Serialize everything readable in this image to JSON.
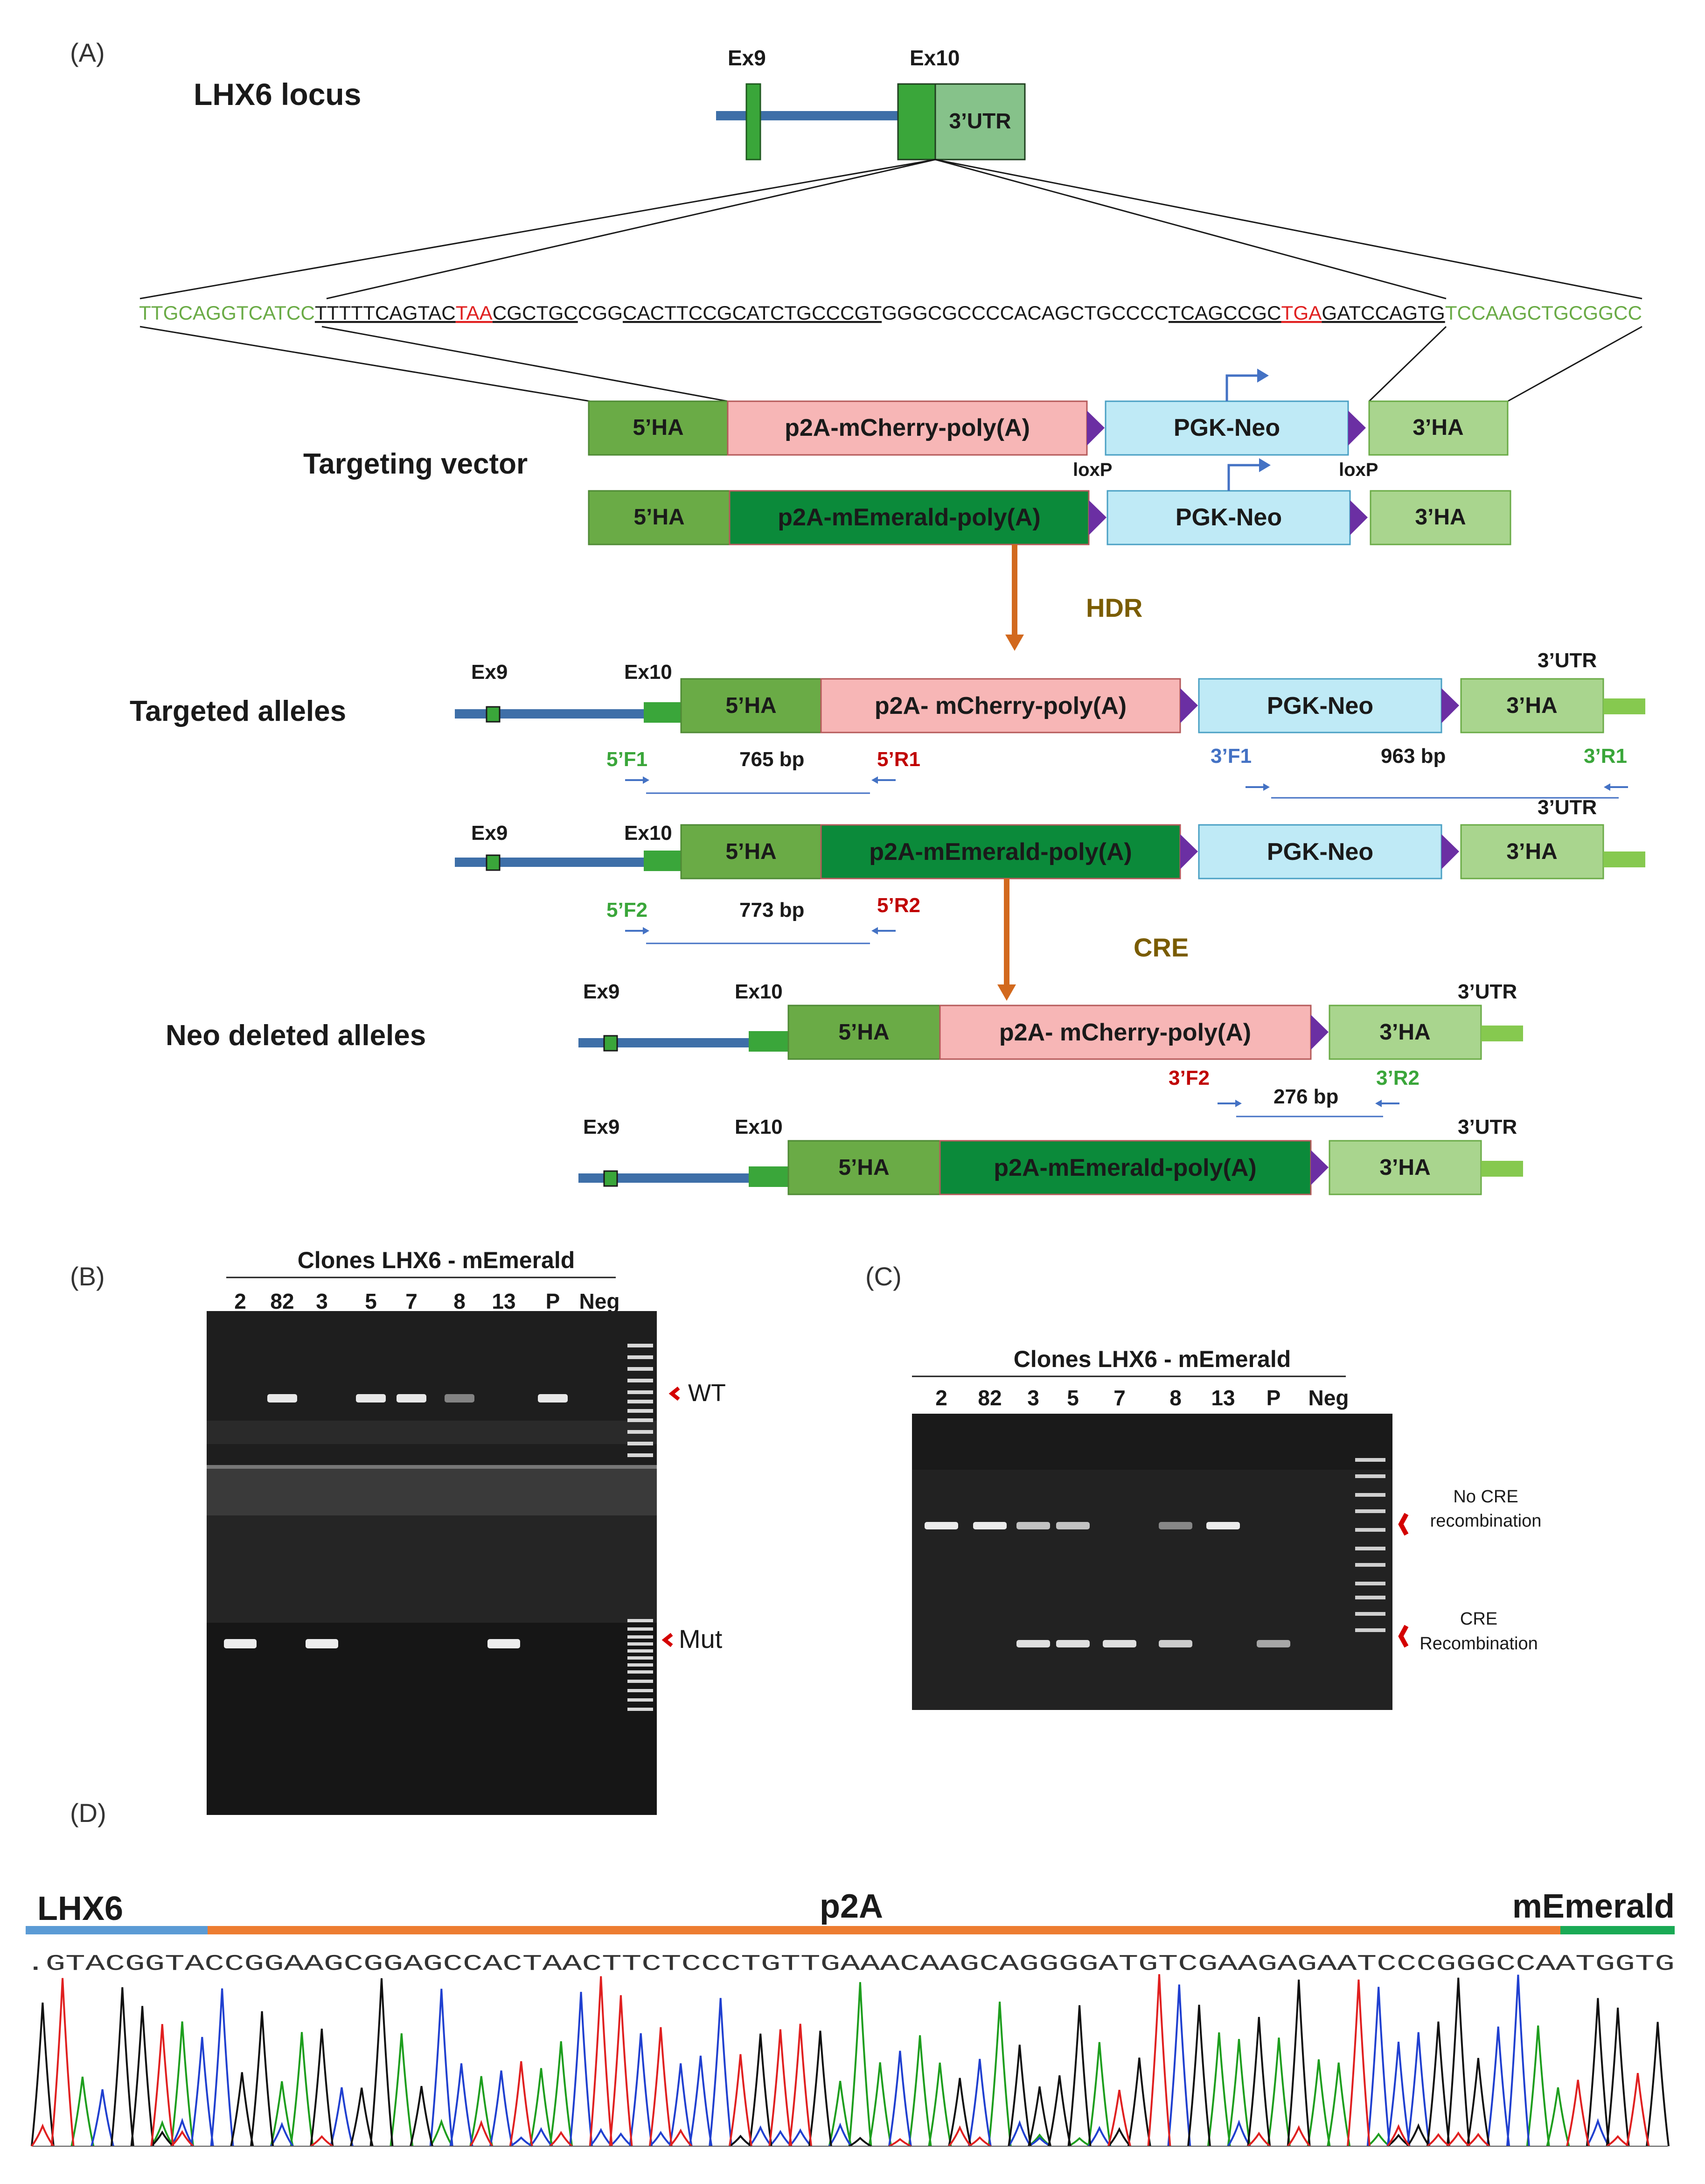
{
  "panels": {
    "A": "(A)",
    "B": "(B)",
    "C": "(C)",
    "D": "(D)"
  },
  "locus": {
    "title": "LHX6 locus",
    "ex9": "Ex9",
    "ex10": "Ex10",
    "utr": "3’UTR"
  },
  "sequence": {
    "seg_green_left": "TTGCAGGTCATCC",
    "seg1": "TTTTTCAGTAC",
    "stop1": "TAA",
    "seg2": "CGCTGC",
    "seg3": "CGG",
    "seg4": "CACTTCCGCATCTGCCCGT",
    "seg5": "GGGCGCCCCACAGCTGCCCC",
    "seg6": "TCAGCCGC",
    "stop2": "TGA",
    "seg7": "GATCCAGTG",
    "seg_green_right": "TCCAAGCTGCGGCC"
  },
  "vector": {
    "title": "Targeting vector",
    "ha5": "5’HA",
    "ha3": "3’HA",
    "cherry": "p2A-mCherry-poly(A)",
    "emerald": "p2A-mEmerald-poly(A)",
    "neo": "PGK-Neo",
    "loxp": "loxP"
  },
  "hdr": "HDR",
  "cre": "CRE",
  "targeted": {
    "title": "Targeted alleles",
    "ex9": "Ex9",
    "ex10": "Ex10",
    "utr": "3’UTR",
    "ha5": "5’HA",
    "ha3": "3’HA",
    "neo": "PGK-Neo",
    "cherry": "p2A- mCherry-poly(A)",
    "emerald": "p2A-mEmerald-poly(A)",
    "f1": "5’F1",
    "r1": "5’R1",
    "bp1": "765 bp",
    "f3": "3’F1",
    "r3": "3’R1",
    "bp3": "963 bp",
    "f2": "5’F2",
    "r2": "5’R2",
    "bp2": "773 bp"
  },
  "neodel": {
    "title": "Neo deleted alleles",
    "ex9": "Ex9",
    "ex10": "Ex10",
    "utr": "3’UTR",
    "ha5": "5’HA",
    "ha3": "3’HA",
    "cherry": "p2A- mCherry-poly(A)",
    "emerald": "p2A-mEmerald-poly(A)",
    "f2": "3’F2",
    "r2": "3’R2",
    "bp": "276 bp"
  },
  "gelB": {
    "title": "Clones LHX6 - mEmerald",
    "lanes": [
      "2",
      "82",
      "3",
      "5",
      "7",
      "8",
      "13",
      "P",
      "Neg"
    ],
    "wt": "WT",
    "mut": "Mut"
  },
  "gelC": {
    "title": "Clones LHX6 - mEmerald",
    "lanes": [
      "2",
      "82",
      "3",
      "5",
      "7",
      "8",
      "13",
      "P",
      "Neg"
    ],
    "nocre1": "No CRE",
    "nocre2": "recombination",
    "cre1": "CRE",
    "cre2": "Recombination"
  },
  "seqD": {
    "lhx6": "LHX6",
    "p2a": "p2A",
    "memerald": "mEmerald",
    "bases": ".GTACGGTACCGGAAGCGGAGCCACTAACTTCTCCCTGTTGAAACAAGCAGGGGATGTCGAAGAGAATCCCGGGCCAATGGTG"
  },
  "colors": {
    "ha5": "#6aab46",
    "ha3": "#a9d58e",
    "cherry": "#f7b6b6",
    "emerald": "#0b8a3a",
    "neo": "#bfeaf6",
    "loxp": "#6b2fa3",
    "exon": "#3aa63a",
    "intron": "#3e6fa8",
    "hdr_arrow": "#d2691e",
    "stop": "#e02020",
    "seq_green": "#6aab46",
    "primer_red": "#c00000",
    "primer_green": "#3aa63a",
    "primer_blue": "#4472c4",
    "brown_label": "#7a5c00"
  }
}
